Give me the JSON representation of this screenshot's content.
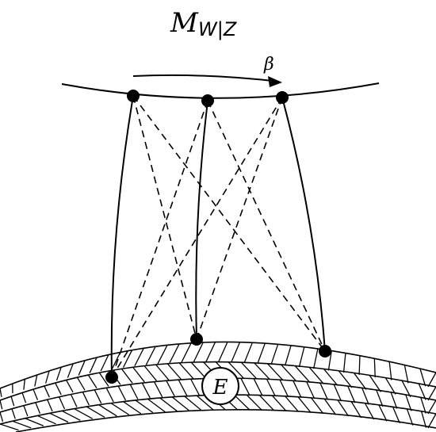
{
  "diagram": {
    "top_label": {
      "main": "M",
      "subscript": "W|Z"
    },
    "arrow_label": "β",
    "circle_label": "E",
    "top_curve_nodes": 3,
    "bottom_surface_nodes": 3,
    "edges": {
      "solid": [
        [
          "t1",
          "b1"
        ],
        [
          "t2",
          "b2"
        ],
        [
          "t3",
          "b3"
        ]
      ],
      "dashed": [
        [
          "t1",
          "b2"
        ],
        [
          "t1",
          "b3"
        ],
        [
          "t2",
          "b1"
        ],
        [
          "t2",
          "b3"
        ],
        [
          "t3",
          "b1"
        ],
        [
          "t3",
          "b2"
        ]
      ]
    }
  }
}
